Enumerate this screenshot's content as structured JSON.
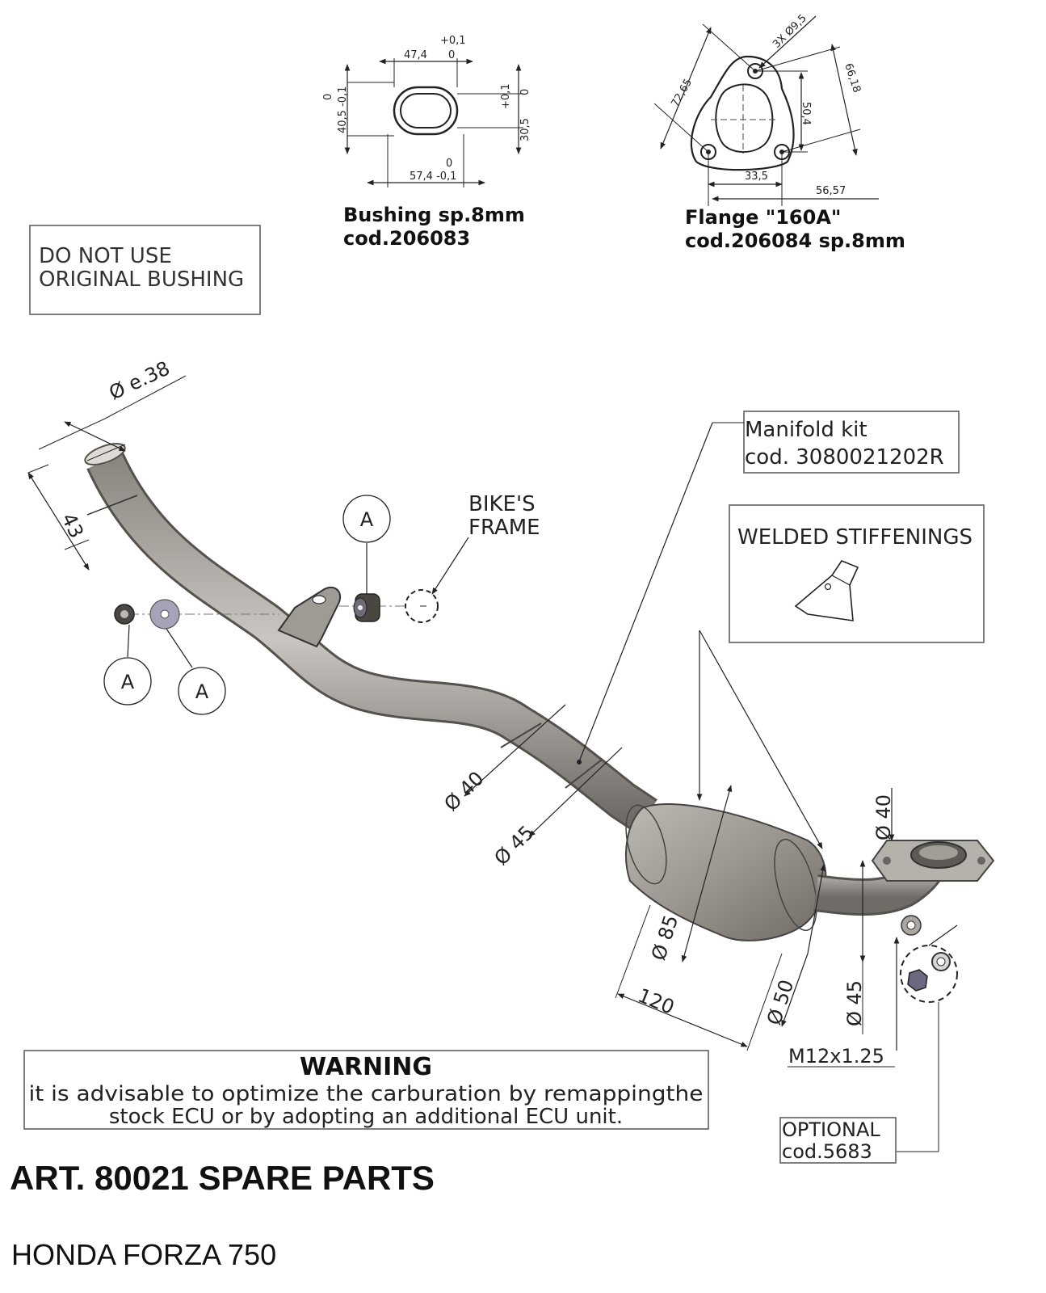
{
  "bushing": {
    "dims": {
      "width_top": "47,4",
      "width_tol": "+0,1",
      "width_tol0": "0",
      "height_left": "40,5 -0,1",
      "height_left_tol0": "0",
      "height_right": "30,5",
      "height_right_tol": "+0,1",
      "height_right_tol0": "0",
      "width_bottom": "57,4 -0,1",
      "width_bottom_tol0": "0"
    },
    "caption_line1": "Bushing sp.8mm",
    "caption_line2": "cod.206083"
  },
  "flange": {
    "dims": {
      "holes": "3X Ø9,5",
      "d1": "72,65",
      "d2": "66,18",
      "d3": "50,4",
      "d4": "33,5",
      "d5": "56,57"
    },
    "caption_line1": "Flange \"160A\"",
    "caption_line2": "cod.206084 sp.8mm"
  },
  "note_box": {
    "line1": "DO NOT USE",
    "line2": "ORIGINAL BUSHING"
  },
  "manifold_kit": {
    "line1": "Manifold kit",
    "line2": "cod. 3080021202R"
  },
  "stiffenings_label": "WELDED STIFFENINGS",
  "bikes_frame": {
    "line1": "BIKE'S",
    "line2": "FRAME"
  },
  "callout_letter": "A",
  "dimensions": {
    "inlet_diameter": "Ø e.38",
    "inlet_length": "43",
    "pipe_d40": "Ø 40",
    "pipe_d45": "Ø 45",
    "cat_d85": "Ø 85",
    "cat_len": "120",
    "cat_out_d50": "Ø 50",
    "outlet_d40": "Ø 40",
    "outlet_d45": "Ø 45",
    "thread": "M12x1.25"
  },
  "optional": {
    "line1": "OPTIONAL",
    "line2": "cod.5683"
  },
  "warning": {
    "title": "WARNING",
    "line1": "it is advisable to optimize the carburation by remappingthe",
    "line2": "stock ECU or by adopting an additional ECU unit."
  },
  "title": "ART. 80021 SPARE PARTS",
  "model": "HONDA FORZA 750"
}
